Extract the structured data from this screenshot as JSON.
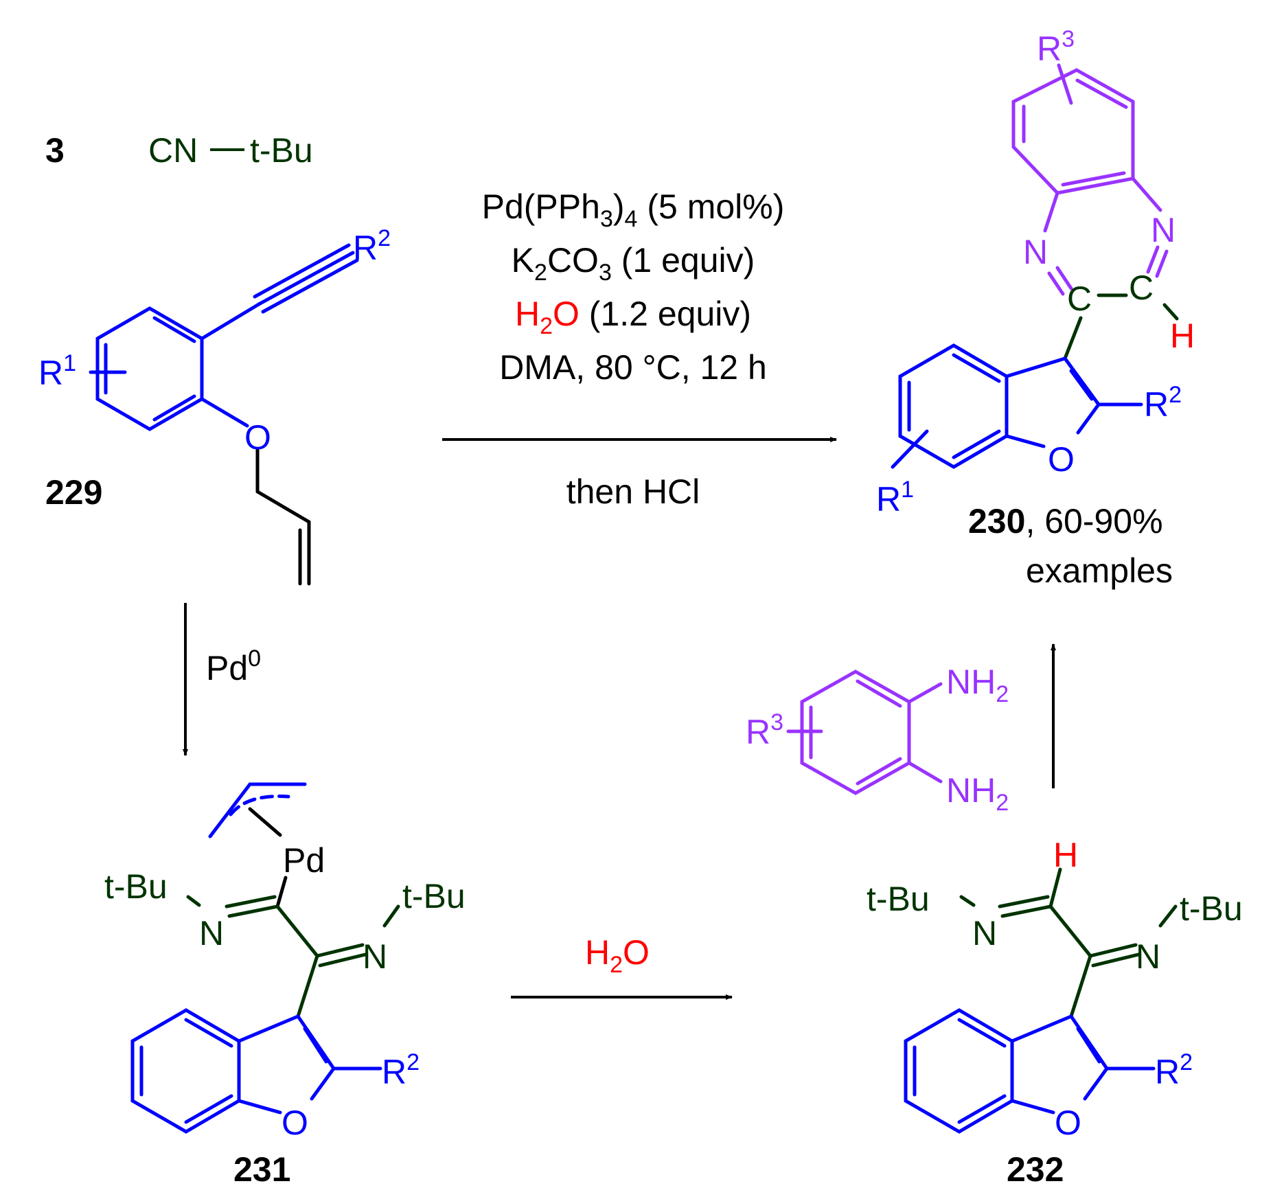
{
  "colors": {
    "black": "#000000",
    "blue": "#0000ff",
    "purple": "#9933ff",
    "green": "#003300",
    "red": "#ff0000"
  },
  "reagent3": {
    "number": "3",
    "isocyanide": "CN",
    "tbu": "t-Bu"
  },
  "compound229": {
    "label": "229",
    "R1": "R",
    "R1_sup": "1",
    "R2": "R",
    "R2_sup": "2",
    "O": "O"
  },
  "conditions": {
    "line1": {
      "a": "Pd(PPh",
      "sub3": "3",
      "b": ")",
      "sub4": "4",
      "c": " (5 mol%)"
    },
    "line2": {
      "a": "K",
      "sub2": "2",
      "b": "CO",
      "sub3": "3",
      "c": " (1 equiv)"
    },
    "line3": {
      "water_H": "H",
      "water_sub": "2",
      "water_O": "O",
      "rest": " (1.2 equiv)"
    },
    "line4": "DMA, 80 °C, 12 h",
    "below": "then HCl"
  },
  "step_pd": {
    "label": "Pd",
    "sup": "0"
  },
  "step_water": {
    "H": "H",
    "sub": "2",
    "O": "O"
  },
  "compound230": {
    "label": "230",
    "yield": ", 60-90%",
    "examples": "examples",
    "N": "N",
    "C": "C",
    "H": "H",
    "O": "O",
    "R": "R",
    "R1_sup": "1",
    "R2_sup": "2",
    "R3_sup": "3"
  },
  "diamine": {
    "NH": "NH",
    "sub2": "2",
    "R": "R",
    "R3_sup": "3"
  },
  "compound231": {
    "label": "231",
    "Pd": "Pd",
    "tBu": "t-Bu",
    "N": "N",
    "O": "O",
    "R": "R",
    "R2_sup": "2"
  },
  "compound232": {
    "label": "232",
    "H": "H",
    "tBu": "t-Bu",
    "N": "N",
    "O": "O",
    "R": "R",
    "R2_sup": "2"
  }
}
